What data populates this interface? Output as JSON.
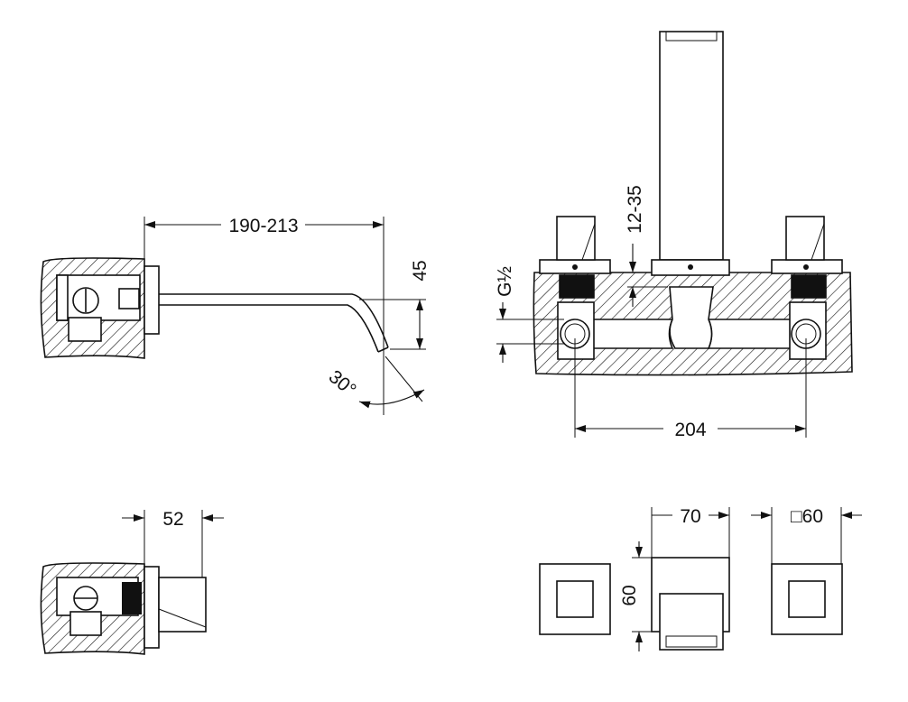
{
  "drawing": {
    "side_view": {
      "length_label": "190-213",
      "drop_label": "45",
      "angle_label": "30°"
    },
    "front_view": {
      "wall_thickness_label": "12-35",
      "thread_label": "G½",
      "centers_label": "204"
    },
    "handle_side_view": {
      "depth_label": "52"
    },
    "front_elevation": {
      "spout_width_label": "70",
      "rosette_label": "□60",
      "spout_height_label": "60"
    }
  }
}
